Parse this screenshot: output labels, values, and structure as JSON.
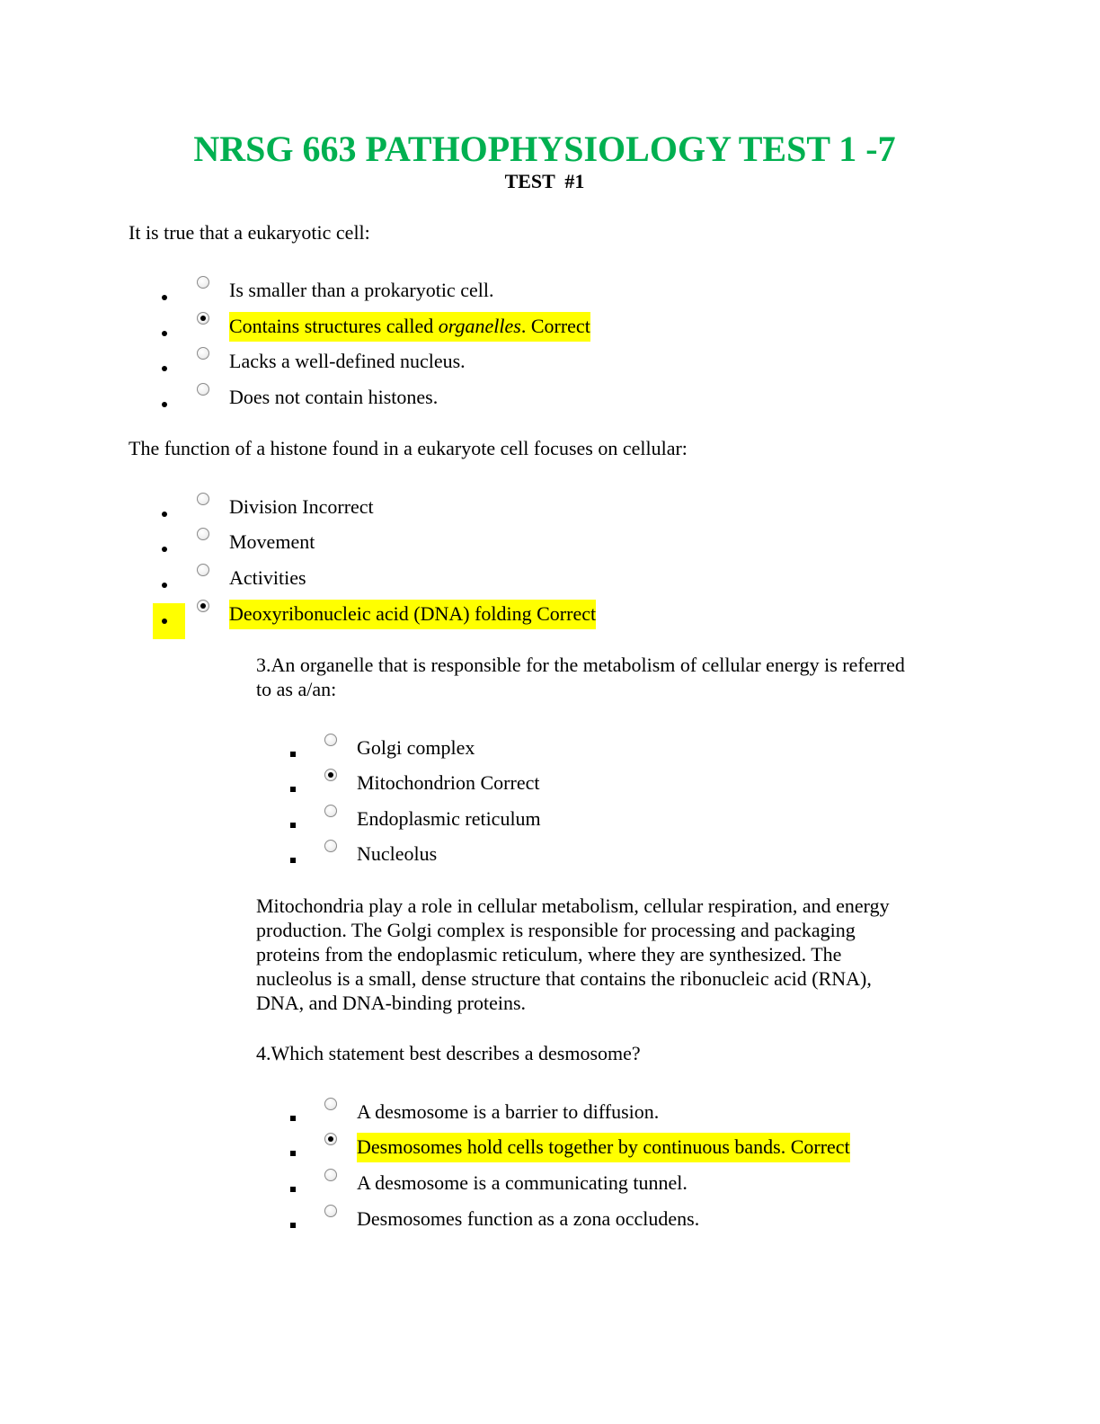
{
  "header": {
    "title": "NRSG 663 PATHOPHYSIOLOGY TEST 1 -7",
    "subtitle": "TEST  #1"
  },
  "q1": {
    "prompt": "It is true that a eukaryotic cell:",
    "options": [
      {
        "text": "Is smaller than a prokaryotic cell.",
        "selected": false
      },
      {
        "text_before": "Contains structures called ",
        "text_em": "organelles",
        "text_after": ". Correct",
        "selected": true,
        "highlighted": true
      },
      {
        "text": "Lacks a well-defined nucleus.",
        "selected": false
      },
      {
        "text": "Does not contain histones.",
        "selected": false
      }
    ]
  },
  "q2": {
    "prompt": "The function of a histone found in a eukaryote cell focuses on cellular:",
    "options": [
      {
        "text": "Division Incorrect",
        "selected": false
      },
      {
        "text": "Movement",
        "selected": false
      },
      {
        "text": "Activities",
        "selected": false
      },
      {
        "text": "Deoxyribonucleic acid (DNA) folding Correct",
        "selected": true,
        "highlighted": true
      }
    ]
  },
  "q3": {
    "prompt_line1": "3.An organelle that is responsible for the metabolism of cellular energy is referred",
    "prompt_line2": "to as a/an:",
    "options": [
      {
        "text": "Golgi complex",
        "selected": false
      },
      {
        "text": "Mitochondrion Correct",
        "selected": true
      },
      {
        "text": "Endoplasmic reticulum",
        "selected": false
      },
      {
        "text": "Nucleolus",
        "selected": false
      }
    ],
    "rationale": [
      "Mitochondria play a role in cellular metabolism, cellular respiration, and energy",
      "production. The Golgi complex is responsible for processing and packaging",
      "proteins from the endoplasmic reticulum, where they are synthesized. The",
      "nucleolus is a small, dense structure that contains the ribonucleic acid (RNA),",
      "DNA, and DNA-binding proteins."
    ]
  },
  "q4": {
    "prompt": "4.Which statement best describes a desmosome?",
    "options": [
      {
        "text": "A desmosome is a barrier to diffusion.",
        "selected": false
      },
      {
        "text": "Desmosomes hold cells together by continuous bands. Correct",
        "selected": true,
        "highlighted": true
      },
      {
        "text": "A desmosome is a communicating tunnel.",
        "selected": false
      },
      {
        "text": "Desmosomes function as a zona occludens.",
        "selected": false
      }
    ]
  }
}
